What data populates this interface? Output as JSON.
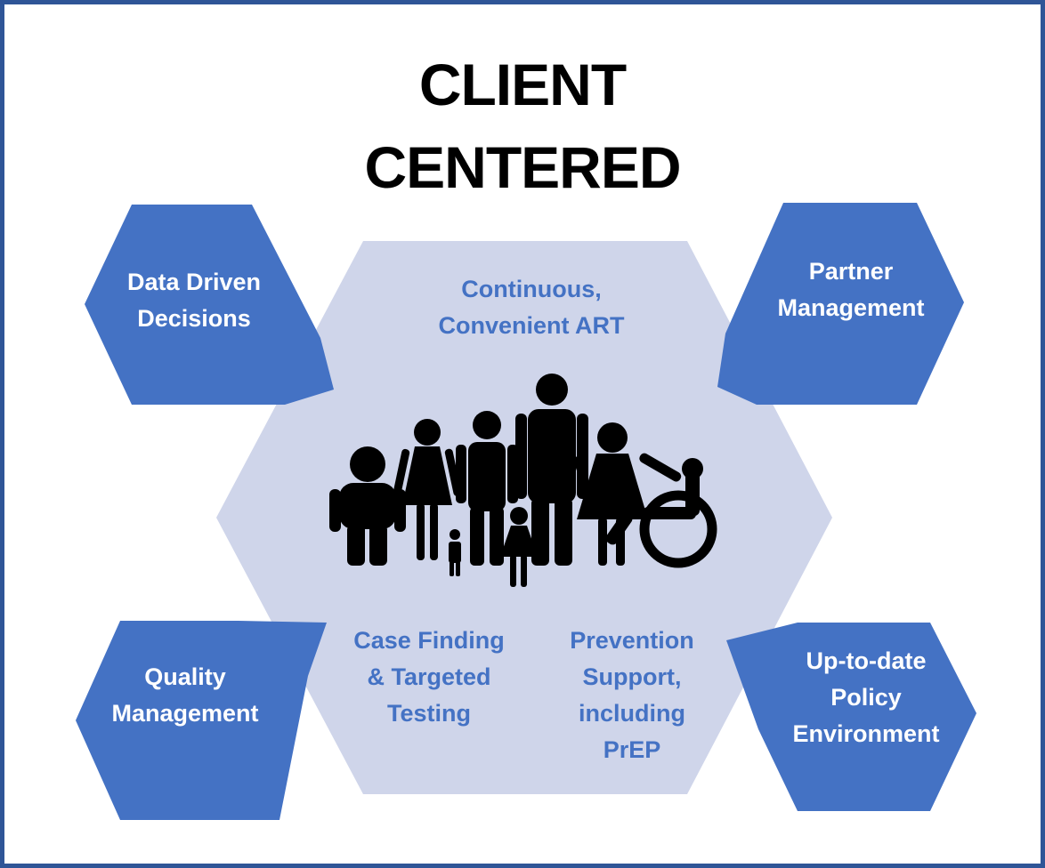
{
  "title": {
    "line1": "CLIENT",
    "line2": "CENTERED"
  },
  "center": {
    "top_label": [
      "Continuous,",
      "Convenient ART"
    ],
    "bottom_left_label": [
      "Case Finding",
      "& Targeted",
      "Testing"
    ],
    "bottom_right_label": [
      "Prevention",
      "Support,",
      "including",
      "PrEP"
    ],
    "icon": "family-people-icon"
  },
  "corners": {
    "top_left": [
      "Data Driven",
      "Decisions"
    ],
    "top_right": [
      "Partner",
      "Management"
    ],
    "bottom_left": [
      "Quality",
      "Management"
    ],
    "bottom_right": [
      "Up-to-date",
      "Policy",
      "Environment"
    ]
  },
  "colors": {
    "frame": "#2f5597",
    "corner_hex": "#4472c4",
    "center_hex": "#cfd5ea",
    "center_text": "#4472c4",
    "title": "#000000",
    "icon": "#000000"
  }
}
